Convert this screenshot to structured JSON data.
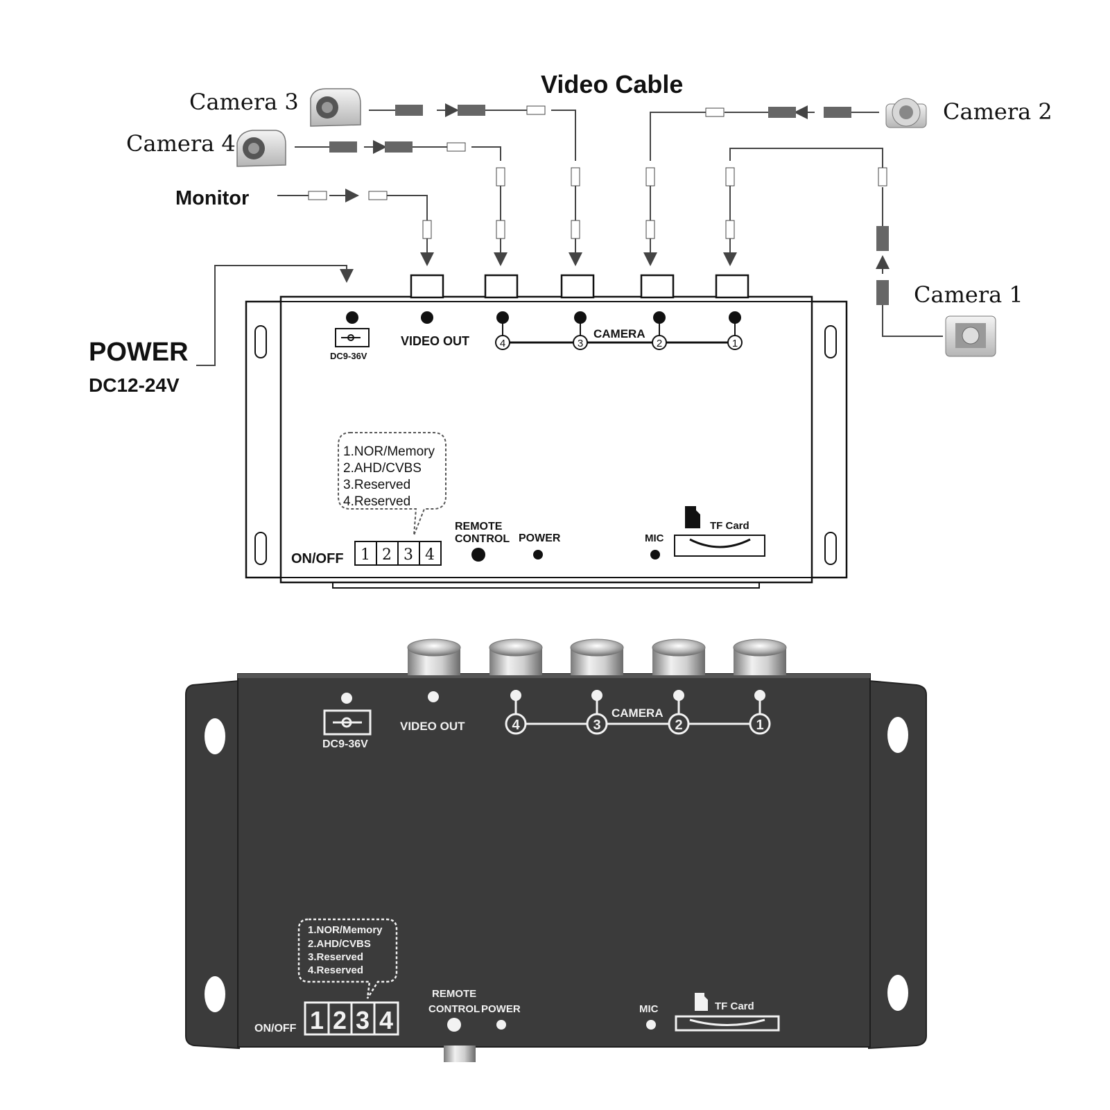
{
  "diagram": {
    "title": "Video Cable",
    "cameras": {
      "cam3": "Camera 3",
      "cam4": "Camera 4",
      "cam2": "Camera 2",
      "cam1": "Camera 1"
    },
    "monitor": "Monitor",
    "power": {
      "title": "POWER",
      "voltage": "DC12-24V"
    },
    "box": {
      "dc_label": "DC9-36V",
      "video_out": "VIDEO OUT",
      "camera": "CAMERA",
      "ports": [
        "4",
        "3",
        "2",
        "1"
      ],
      "dip_notes": [
        "1.NOR/Memory",
        "2.AHD/CVBS",
        "3.Reserved",
        "4.Reserved"
      ],
      "onoff": "ON/OFF",
      "dip_switches": [
        "1",
        "2",
        "3",
        "4"
      ],
      "remote_line1": "REMOTE",
      "remote_line2": "CONTROL",
      "power_led": "POWER",
      "mic": "MIC",
      "tf_card": "TF  Card"
    }
  },
  "photo": {
    "dc_label": "DC9-36V",
    "video_out": "VIDEO OUT",
    "camera": "CAMERA",
    "ports": [
      "4",
      "3",
      "2",
      "1"
    ],
    "dip_notes": [
      "1.NOR/Memory",
      "2.AHD/CVBS",
      "3.Reserved",
      "4.Reserved"
    ],
    "onoff": "ON/OFF",
    "dip_switches": [
      "1",
      "2",
      "3",
      "4"
    ],
    "remote_line1": "REMOTE",
    "remote_line2": "CONTROL",
    "power_led": "POWER",
    "mic": "MIC",
    "tf_card": "TF  Card",
    "body_color": "#3b3b3b"
  }
}
